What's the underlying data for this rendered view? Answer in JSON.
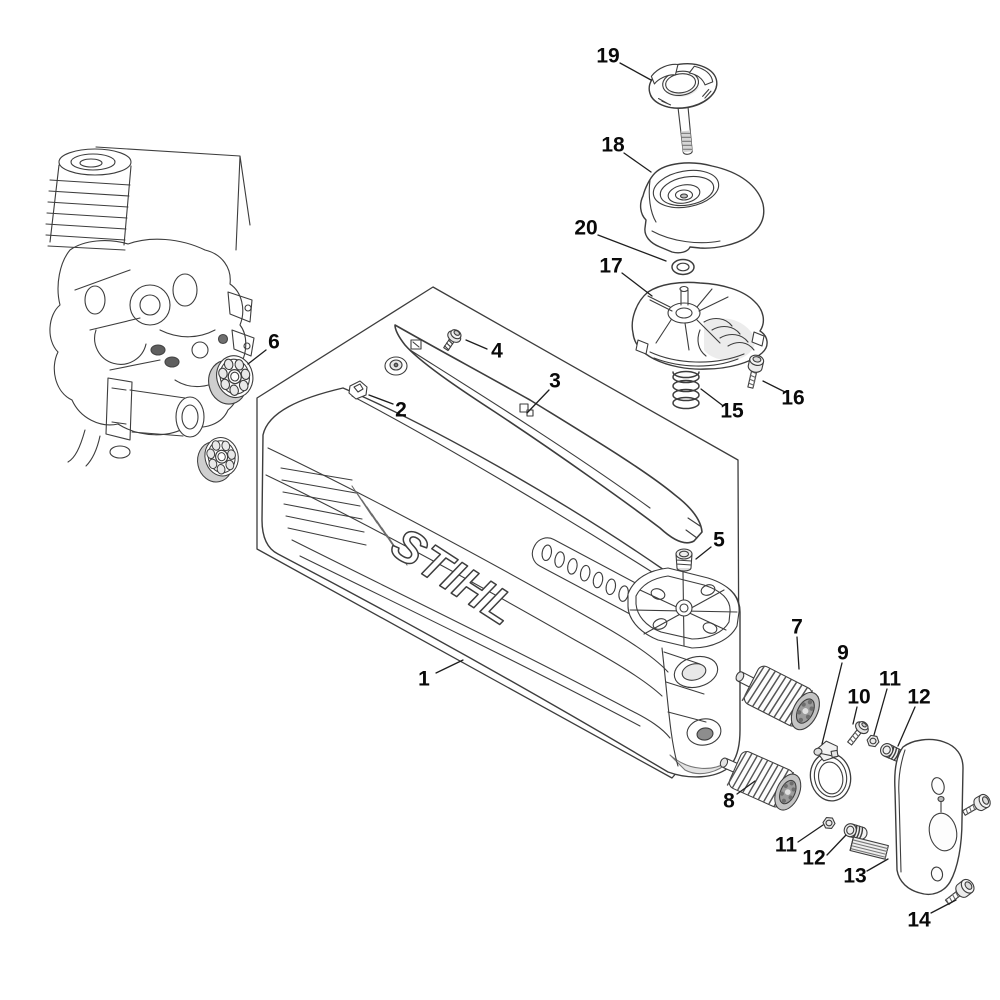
{
  "diagram": {
    "type": "exploded-parts-diagram",
    "brand_logo": "STIHL",
    "background_color": "#ffffff",
    "line_color": "#3d3d3d",
    "label_color": "#0a0a0a",
    "labels": [
      {
        "part": "1",
        "text": "1"
      },
      {
        "part": "2",
        "text": "2"
      },
      {
        "part": "3",
        "text": "3"
      },
      {
        "part": "4",
        "text": "4"
      },
      {
        "part": "5",
        "text": "5"
      },
      {
        "part": "6",
        "text": "6"
      },
      {
        "part": "7",
        "text": "7"
      },
      {
        "part": "8",
        "text": "8"
      },
      {
        "part": "9",
        "text": "9"
      },
      {
        "part": "10",
        "text": "10"
      },
      {
        "part": "11-upper",
        "text": "11"
      },
      {
        "part": "12-upper",
        "text": "12"
      },
      {
        "part": "11-lower",
        "text": "11"
      },
      {
        "part": "12-lower",
        "text": "12"
      },
      {
        "part": "13",
        "text": "13"
      },
      {
        "part": "14",
        "text": "14"
      },
      {
        "part": "15",
        "text": "15"
      },
      {
        "part": "16",
        "text": "16"
      },
      {
        "part": "17",
        "text": "17"
      },
      {
        "part": "18",
        "text": "18"
      },
      {
        "part": "19",
        "text": "19"
      },
      {
        "part": "20",
        "text": "20"
      }
    ]
  }
}
